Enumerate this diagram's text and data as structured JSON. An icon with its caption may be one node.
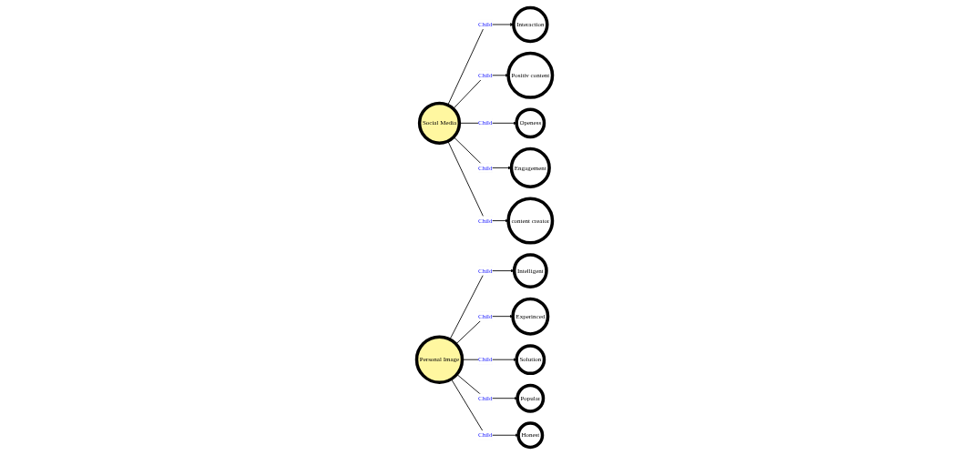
{
  "diagram": {
    "nodes": [
      {
        "text": [
          "Social Media"
        ]
      },
      {
        "text": [
          "Interaction"
        ]
      },
      {
        "text": [
          "Positiv content"
        ]
      },
      {
        "text": [
          "Openess"
        ]
      },
      {
        "text": [
          "Engagement"
        ]
      },
      {
        "text": [
          "content creator"
        ]
      },
      {
        "text": [
          "Personal Image"
        ]
      },
      {
        "text": [
          "Intelligent"
        ]
      },
      {
        "text": [
          "Experinced"
        ]
      },
      {
        "text": [
          "Solution"
        ]
      },
      {
        "text": [
          "Popular"
        ]
      },
      {
        "text": [
          "Honest"
        ]
      }
    ],
    "edges": [
      {
        "from": 0,
        "to": 1,
        "arrow": "to",
        "label": "Child"
      },
      {
        "from": 0,
        "to": 2,
        "arrow": "to",
        "label": "Child"
      },
      {
        "from": 0,
        "to": 3,
        "arrow": "to",
        "label": "Child"
      },
      {
        "from": 0,
        "to": 4,
        "arrow": "to",
        "label": "Child"
      },
      {
        "from": 0,
        "to": 5,
        "arrow": "to",
        "label": "Child"
      },
      {
        "from": 6,
        "to": 7,
        "arrow": "to",
        "label": "Child"
      },
      {
        "from": 6,
        "to": 8,
        "arrow": "to",
        "label": "Child"
      },
      {
        "from": 6,
        "to": 9,
        "arrow": "to",
        "label": "Child"
      },
      {
        "from": 6,
        "to": 10,
        "arrow": "to",
        "label": "Child"
      },
      {
        "from": 6,
        "to": 11,
        "arrow": "to",
        "label": "Child"
      }
    ]
  }
}
